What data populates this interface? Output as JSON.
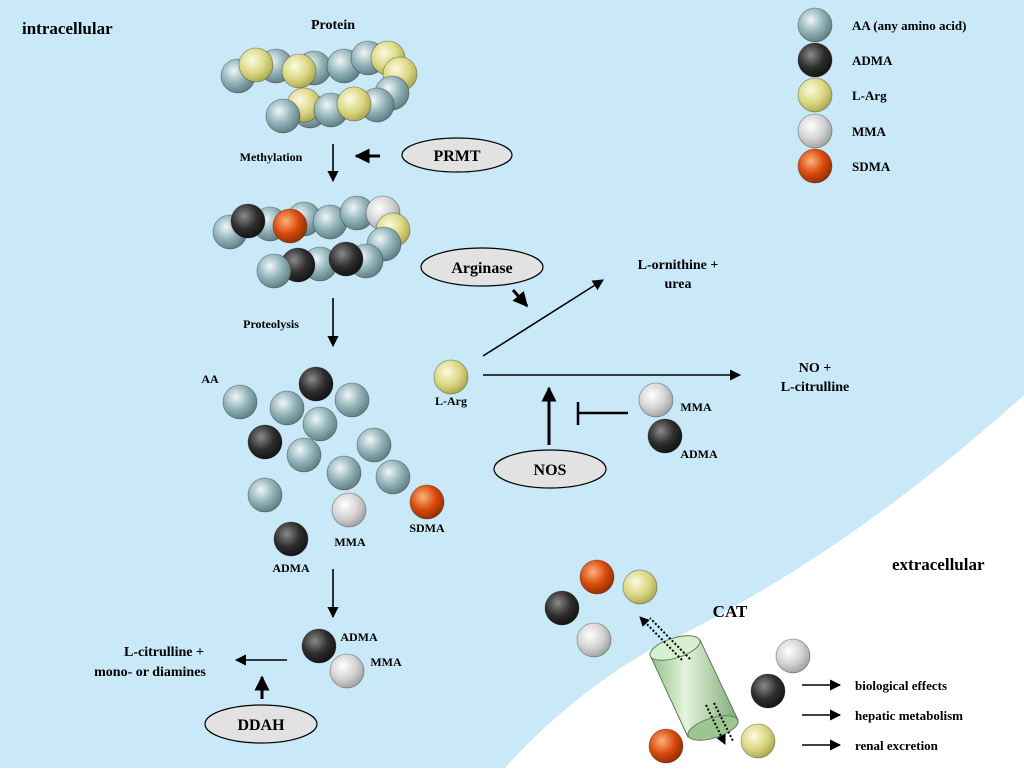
{
  "colors": {
    "intracellular_bg": "#c9e8f8",
    "extracellular_bg": "#ffffff",
    "aa": "#8aa6ac",
    "adma": "#333333",
    "larg": "#d8d47a",
    "mma": "#d2d2d2",
    "sdma": "#d2470a",
    "transporter": "#b8ddb0"
  },
  "regions": {
    "intracellular": "intracellular",
    "extracellular": "extracellular"
  },
  "legend": [
    {
      "key": "aa",
      "label": "AA (any amino acid)"
    },
    {
      "key": "adma",
      "label": "ADMA"
    },
    {
      "key": "larg",
      "label": "L-Arg"
    },
    {
      "key": "mma",
      "label": "MMA"
    },
    {
      "key": "sdma",
      "label": "SDMA"
    }
  ],
  "labels": {
    "protein": "Protein",
    "methylation": "Methylation",
    "proteolysis": "Proteolysis",
    "aa": "AA",
    "larg": "L-Arg",
    "mma": "MMA",
    "adma": "ADMA",
    "sdma": "SDMA",
    "ornithine_line1": "L-ornithine +",
    "ornithine_line2": "urea",
    "no_line1": "NO +",
    "no_line2": "L-citrulline",
    "citrulline_line1": "L-citrulline +",
    "citrulline_line2": "mono- or diamines",
    "cat": "CAT",
    "biological_effects": "biological effects",
    "hepatic_metabolism": "hepatic metabolism",
    "renal_excretion": "renal excretion"
  },
  "enzymes": {
    "prmt": "PRMT",
    "arginase": "Arginase",
    "nos": "NOS",
    "ddah": "DDAH"
  }
}
